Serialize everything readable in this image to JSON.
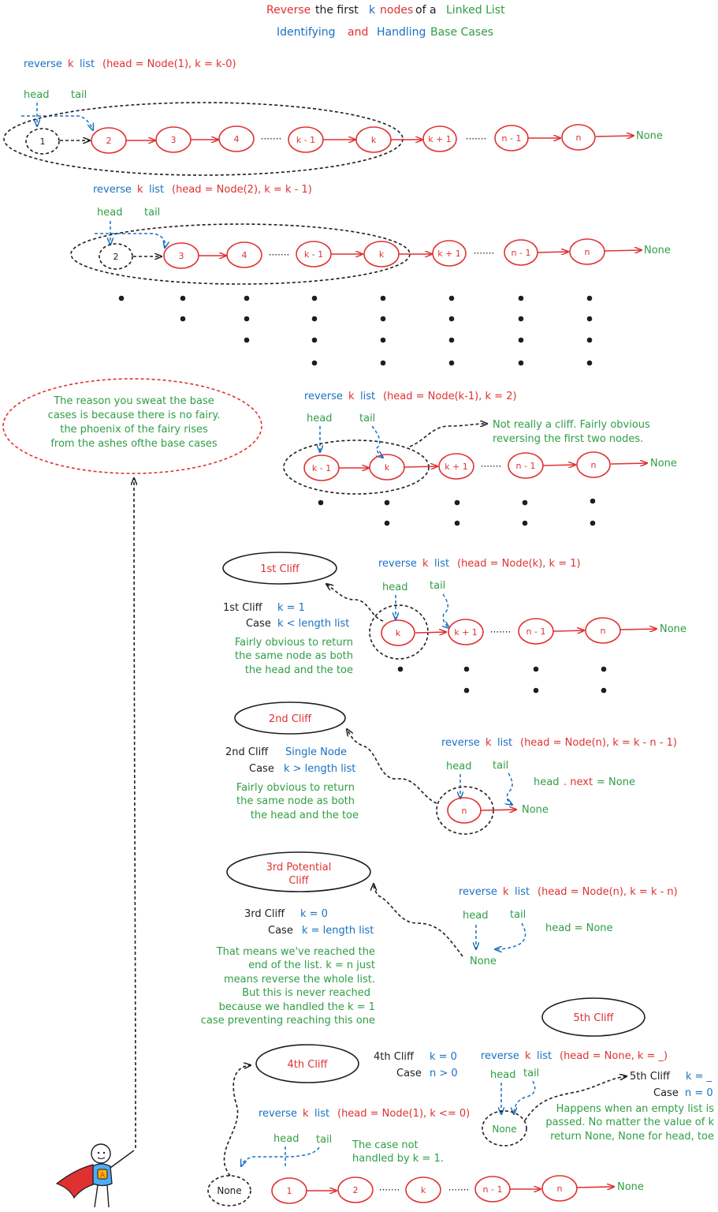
{
  "title": {
    "w1": "Reverse",
    "w2": "the first",
    "w3": "k",
    "w4": "nodes",
    "w5": "of a",
    "w6": "Linked List"
  },
  "subtitle": {
    "w1": "Identifying",
    "w2": "and",
    "w3": "Handling",
    "w4": "Base Cases"
  },
  "call_prefix": {
    "reverse": "reverse",
    "k": "k",
    "list": "list"
  },
  "label_head": "head",
  "label_tail": "tail",
  "label_none": "None",
  "dots": "·······",
  "row1": {
    "args": "(head = Node(1), k = k-0)",
    "nodes": [
      "1",
      "2",
      "3",
      "4",
      "k - 1",
      "k",
      "k + 1",
      "n - 1",
      "n"
    ]
  },
  "row2": {
    "args": "(head = Node(2), k = k - 1)",
    "nodes": [
      "2",
      "3",
      "4",
      "k - 1",
      "k",
      "k + 1",
      "n - 1",
      "n"
    ]
  },
  "row3": {
    "args": "(head = Node(k-1), k = 2)",
    "nodes": [
      "k - 1",
      "k",
      "k + 1",
      "n - 1",
      "n"
    ],
    "note": [
      "Not really a cliff. Fairly obvious",
      "reversing the first two nodes."
    ]
  },
  "fairy_note": [
    "The reason you sweat the base",
    "cases is because there is no fairy.",
    "the phoenix of the fairy rises",
    "from the ashes ofthe base cases"
  ],
  "cliff1": {
    "oval": "1st Cliff",
    "name": "1st Cliff",
    "k": "k = 1",
    "case_label": "Case",
    "case": "k < length list",
    "args": "(head = Node(k), k = 1)",
    "nodes": [
      "k",
      "k + 1",
      "n - 1",
      "n"
    ],
    "note": [
      "Fairly obvious to return",
      "the same node as both",
      "the head and the toe"
    ]
  },
  "cliff2": {
    "oval": "2nd Cliff",
    "name": "2nd Cliff",
    "k": "Single Node",
    "case_label": "Case",
    "case": "k > length list",
    "args": "(head = Node(n), k = k - n - 1)",
    "nodes": [
      "n"
    ],
    "note": [
      "Fairly obvious to return",
      "the same node as both",
      "the head and the toe"
    ],
    "code_a": "head",
    "code_b": ". next",
    "code_c": "= None"
  },
  "cliff3": {
    "oval": [
      "3rd Potential",
      "Cliff"
    ],
    "name": "3rd Cliff",
    "k": "k = 0",
    "case_label": "Case",
    "case": "k = length list",
    "args": "(head = Node(n), k = k - n)",
    "code": "head = None",
    "note": [
      "That means we've reached the",
      "end of the list. k = n just",
      "means reverse the whole list.",
      "But this is never reached",
      "because we handled the k = 1",
      "case preventing reaching this one"
    ]
  },
  "cliff4": {
    "oval": "4th Cliff",
    "name": "4th Cliff",
    "k": "k = 0",
    "case_label": "Case",
    "case": "n > 0",
    "args": "(head = Node(1), k <= 0)",
    "nodes": [
      "1",
      "2",
      "k",
      "n - 1",
      "n"
    ],
    "note": [
      "The case not",
      "handled  by k = 1."
    ]
  },
  "cliff5": {
    "oval": "5th Cliff",
    "name": "5th Cliff",
    "k": "k = _",
    "case_label": "Case",
    "case": "n = 0",
    "args": "(head = None, k = _)",
    "note": [
      "Happens when an empty list is",
      "passed. No matter the value of k",
      "return None, None for head, toe"
    ]
  },
  "badge": "A",
  "colors": {
    "red": "#e03131",
    "blue": "#1971c2",
    "green": "#2f9e44",
    "black": "#1e1e1e"
  }
}
